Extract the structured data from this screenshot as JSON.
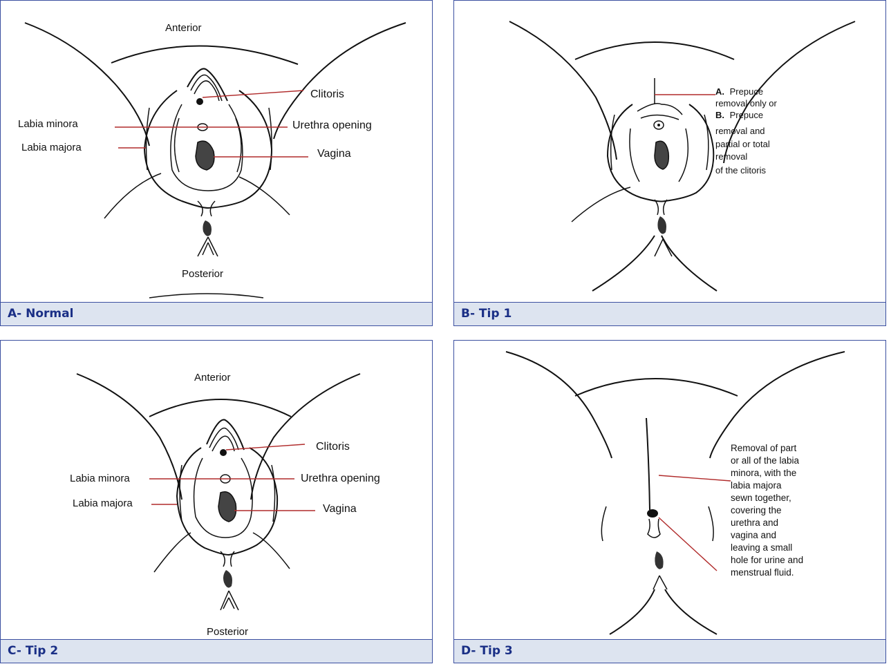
{
  "panels": {
    "a": {
      "caption": "A- Normal",
      "anterior": "Anterior",
      "posterior": "Posterior",
      "clitoris": "Clitoris",
      "urethra": "Urethra  opening",
      "vagina": "Vagina",
      "labia_minora": "Labia minora",
      "labia_majora": "Labia majora"
    },
    "b": {
      "caption": "B- Tip 1",
      "note_a_letter": "A.",
      "note_line1": "Prepuce",
      "note_line2": "removal only or",
      "note_b_letter": "B.",
      "note_line3": "Prepuce",
      "note_line4": "removal and",
      "note_line5": "partial or total",
      "note_line6": "removal",
      "note_line7": "of the clitoris"
    },
    "c": {
      "caption": "C- Tip 2",
      "anterior": "Anterior",
      "posterior": "Posterior",
      "clitoris": "Clitoris",
      "urethra": "Urethra  opening",
      "vagina": "Vagina",
      "labia_minora": "Labia minora",
      "labia_majora": "Labia majora"
    },
    "d": {
      "caption": "D- Tip 3",
      "note_lines": [
        "Removal of part",
        "or all of the labia",
        "minora, with the",
        "labia majora",
        "sewn together,",
        "covering the",
        "urethra and",
        "vagina and",
        "leaving a small",
        "hole for urine and",
        "menstrual fluid."
      ]
    }
  }
}
